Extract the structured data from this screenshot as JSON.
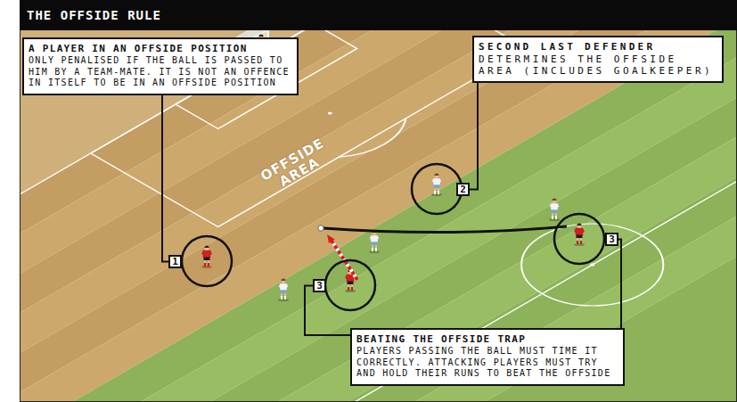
{
  "diagram": {
    "title": "THE OFFSIDE RULE",
    "nodes": [
      {
        "text": [
          "A PLAYER IN AN OFFSIDE POSITION",
          "ONLY PENALISED IF THE BALL IS PASSED TO HIM BY A TEAM-MATE. IT IS NOT AN OFFENCE IN ITSELF TO BE IN AN OFFSIDE POSITION"
        ]
      },
      {
        "text": [
          "SECOND LAST DEFENDER",
          "DETERMINES THE OFFSIDE AREA (INCLUDES GOALKEEPER)"
        ]
      },
      {
        "text": [
          "2"
        ]
      },
      {
        "text": [
          "1"
        ]
      },
      {
        "text": [
          "3"
        ]
      },
      {
        "text": [
          "3"
        ]
      },
      {
        "text": [
          "BEATING THE OFFSIDE TRAP",
          "PLAYERS PASSING THE BALL MUST TIME IT CORRECTLY. ATTACKING PLAYERS MUST TRY AND HOLD THEIR RUNS TO BEAT THE OFFSIDE"
        ]
      }
    ],
    "edges": [
      {
        "from": 0,
        "to": 3,
        "arrow": "none"
      },
      {
        "from": 1,
        "to": 2,
        "arrow": "none"
      },
      {
        "from": 6,
        "to": 5,
        "arrow": "none"
      },
      {
        "from": 6,
        "to": 4,
        "arrow": "none"
      }
    ],
    "labels": [
      "OFFSIDE AREA"
    ]
  }
}
